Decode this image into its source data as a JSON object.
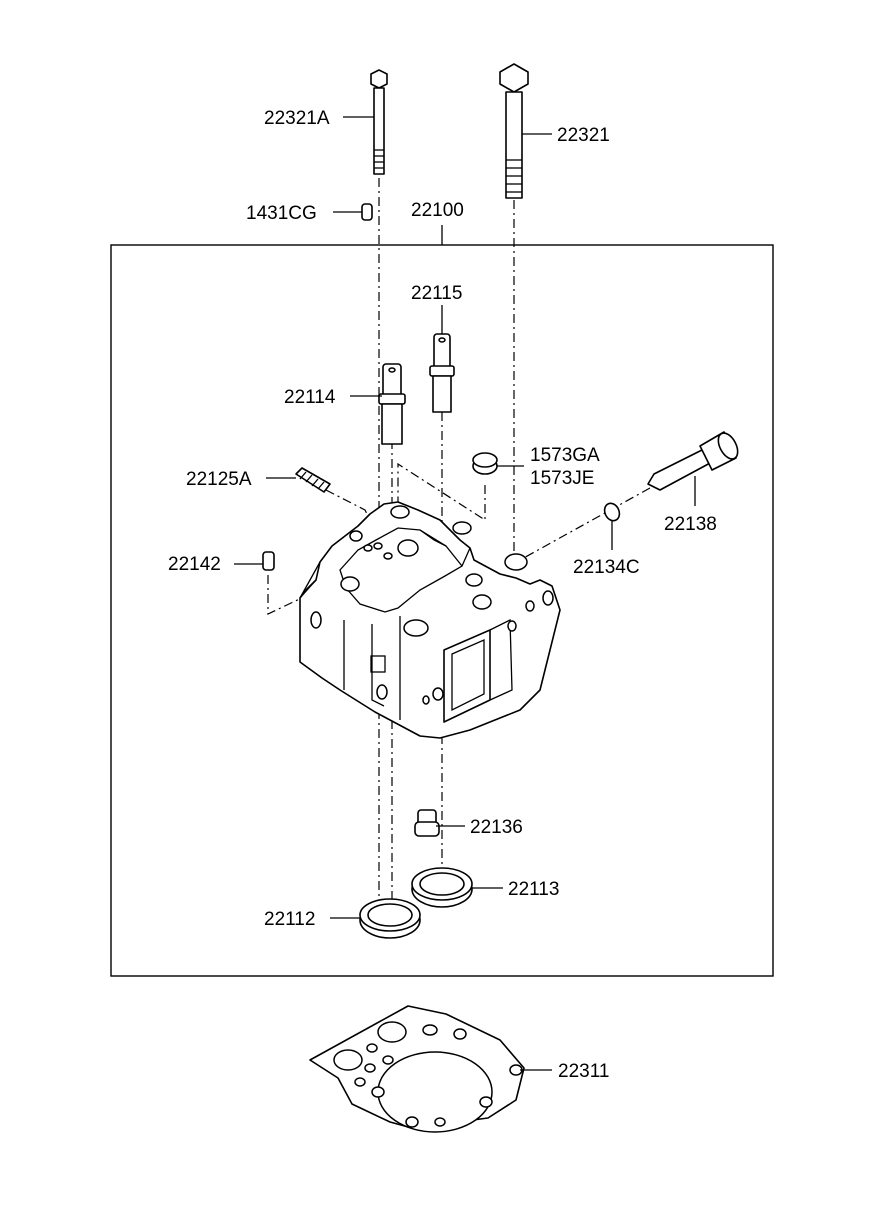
{
  "labels": {
    "p22321A": "22321A",
    "p22321": "22321",
    "p1431CG": "1431CG",
    "p22100": "22100",
    "p22115": "22115",
    "p22114": "22114",
    "p1573GA": "1573GA",
    "p1573JE": "1573JE",
    "p22125A": "22125A",
    "p22138": "22138",
    "p22142": "22142",
    "p22134C": "22134C",
    "p22136": "22136",
    "p22113": "22113",
    "p22112": "22112",
    "p22311": "22311"
  }
}
